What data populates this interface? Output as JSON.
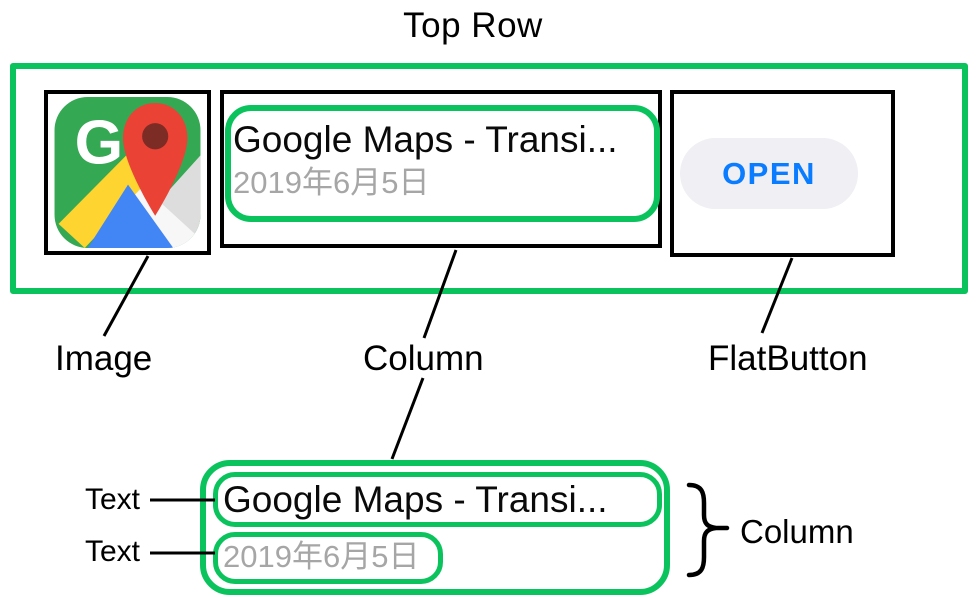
{
  "header": {
    "title": "Top Row"
  },
  "app_row": {
    "icon": "google-maps-app-icon",
    "title": "Google Maps - Transi...",
    "date": "2019年6月5日",
    "button_label": "OPEN"
  },
  "callouts": {
    "image": "Image",
    "column": "Column",
    "flat_button": "FlatButton"
  },
  "detail": {
    "text1_label": "Text",
    "text2_label": "Text",
    "column_label": "Column",
    "title": "Google Maps - Transi...",
    "date": "2019年6月5日"
  },
  "colors": {
    "highlight": "#0BC35C",
    "button_text": "#0A7CFF",
    "button_bg": "#EFEFF4",
    "date_text": "#A6A6A6"
  }
}
